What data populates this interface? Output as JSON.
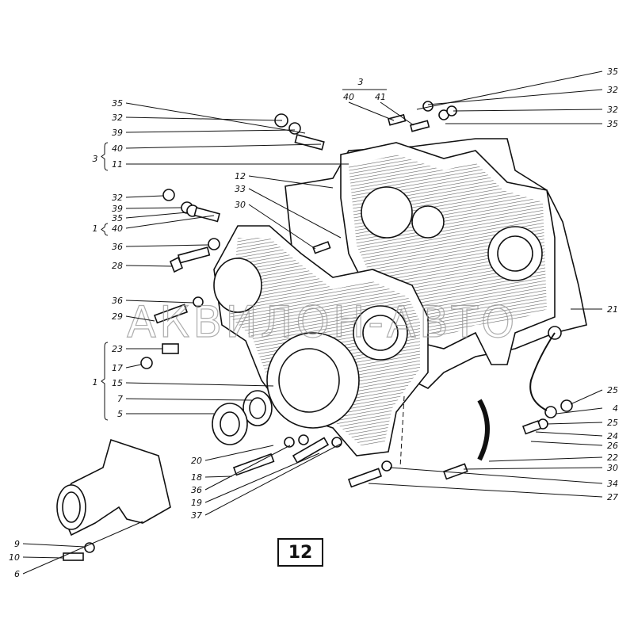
{
  "figure_number": "12",
  "watermark": "АКВИЛОН-АВТО",
  "callouts": [
    "35",
    "32",
    "39",
    "40",
    "11",
    "32",
    "39",
    "35",
    "40",
    "36",
    "28",
    "36",
    "29",
    "23",
    "17",
    "15",
    "7",
    "5",
    "20",
    "18",
    "36",
    "19",
    "37",
    "9",
    "10",
    "6",
    "40",
    "41",
    "12",
    "33",
    "30",
    "35",
    "32",
    "32",
    "35",
    "21",
    "25",
    "4",
    "25",
    "24",
    "26",
    "22",
    "30",
    "34",
    "27"
  ],
  "group_labels": [
    "3",
    "1",
    "1",
    "3"
  ]
}
